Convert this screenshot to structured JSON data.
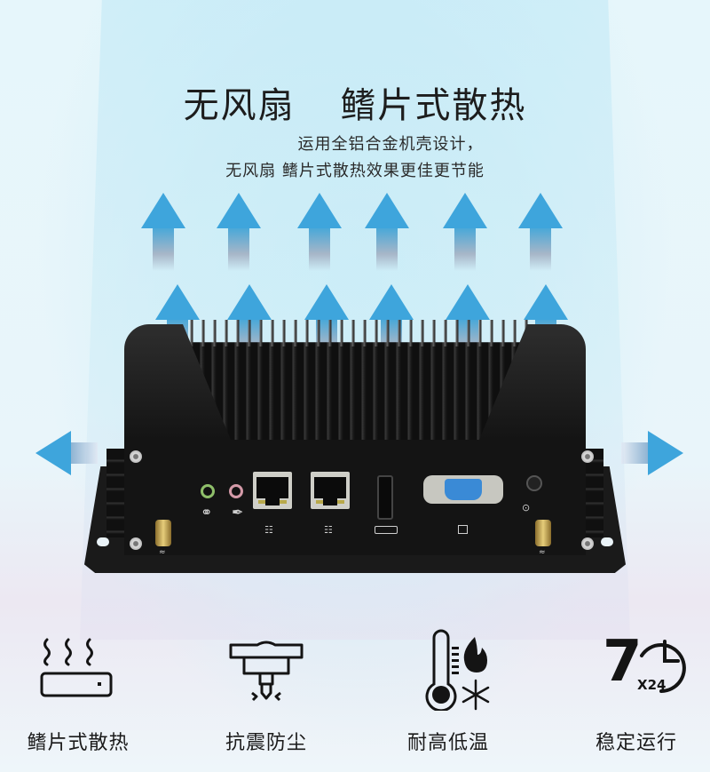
{
  "header": {
    "title_part1": "无风扇",
    "title_part2": "鳍片式散热",
    "subtitle_line1": "运用全铝合金机壳设计，",
    "subtitle_line2": "无风扇 鳍片式散热效果更佳更节能"
  },
  "airflow": {
    "upward_arrows_row1": 6,
    "upward_arrows_row2": 6,
    "side_arrows": [
      "left",
      "right"
    ],
    "arrow_color": "#3ea5dc"
  },
  "device": {
    "ports": [
      {
        "type": "headphone-jack",
        "label_icon": "headphone-icon",
        "color": "#8fbf6a"
      },
      {
        "type": "mic-jack",
        "label_icon": "microphone-icon",
        "color": "#d49aa8"
      },
      {
        "type": "rj45",
        "label_icon": "network-icon"
      },
      {
        "type": "rj45",
        "label_icon": "network-icon"
      },
      {
        "type": "hdmi",
        "label_icon": "hdmi-icon"
      },
      {
        "type": "vga",
        "label_icon": "vga-icon",
        "color": "#3a8ad6"
      },
      {
        "type": "dc-power",
        "label_icon": "dc-power-icon"
      },
      {
        "type": "wifi-antenna",
        "label_icon": "wifi-icon"
      },
      {
        "type": "wifi-antenna",
        "label_icon": "wifi-icon"
      }
    ]
  },
  "features": [
    {
      "label": "鳍片式散热",
      "icon": "heat-dissipation-icon"
    },
    {
      "label": "抗震防尘",
      "icon": "shockproof-icon"
    },
    {
      "label": "耐高低温",
      "icon": "temperature-icon"
    },
    {
      "label": "稳定运行",
      "icon": "clock-7x24-icon",
      "big_number": "7",
      "small_text": "X24"
    }
  ]
}
